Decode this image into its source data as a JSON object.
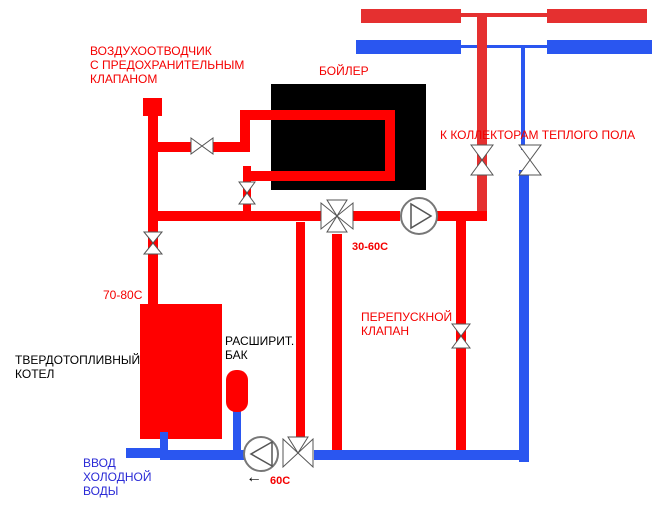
{
  "colors": {
    "hot": "#ff0000",
    "hot_dark": "#e53030",
    "cold": "#2a56f0",
    "boiler": "#000000",
    "label_red": "#f40000",
    "label_blue": "#2a2ad6"
  },
  "labels": {
    "air_vent": "ВОЗДУХООТВОДЧИК\nС ПРЕДОХРАНИТЕЛЬНЫМ\nКЛАПАНОМ",
    "boiler_tank": "БОЙЛЕР",
    "floor_collectors": "К КОЛЛЕКТОРАМ ТЕПЛОГО ПОЛА",
    "temp_mix": "30-60С",
    "temp_boiler": "70-80С",
    "bypass_valve": "ПЕРЕПУСКНОЙ\nКЛАПАН",
    "expansion_tank": "РАСШИРИТ.\nБАК",
    "solid_fuel_boiler": "ТВЕРДОТОПЛИВНЫЙ\nКОТЕЛ",
    "cold_inlet": "ВВОД\nХОЛОДНОЙ\nВОДЫ",
    "temp_return": "60С",
    "arrow_return": "←"
  }
}
